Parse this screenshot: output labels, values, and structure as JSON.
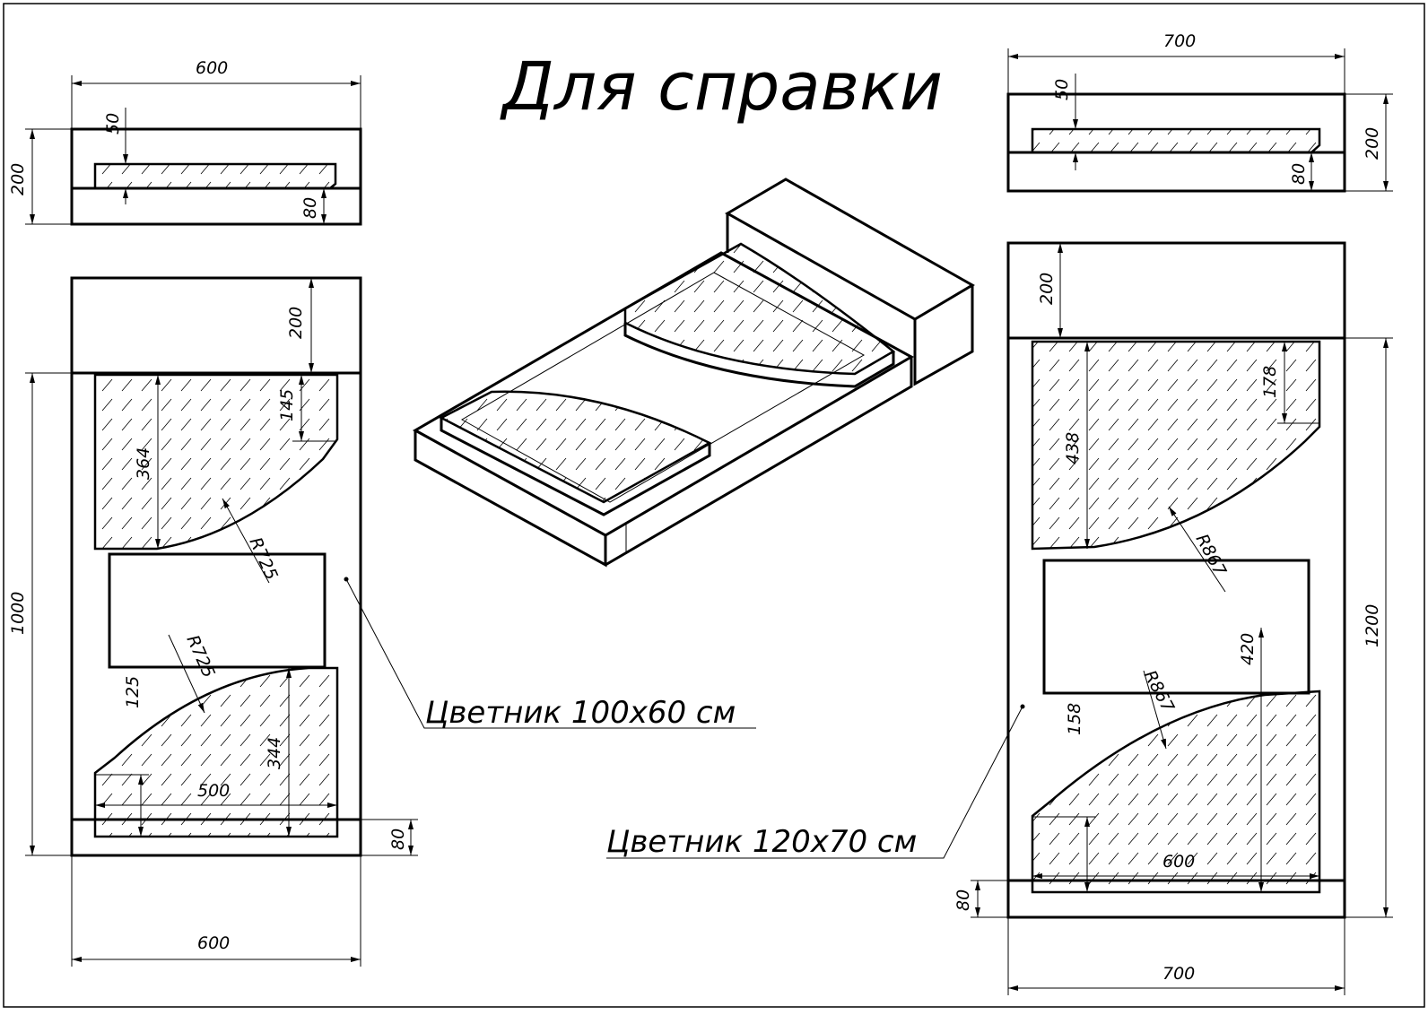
{
  "title": "Для справки",
  "small_set": {
    "caption": "Цветник 100х60 см",
    "top_view": {
      "width": "600",
      "height": "200",
      "slab": "50",
      "base": "80"
    },
    "plan": {
      "width_top": "600",
      "length": "1000",
      "headstone": "200",
      "upper_bed_depth": "364",
      "upper_corner": "145",
      "upper_radius": "R725",
      "lower_radius": "R725",
      "lower_side": "125",
      "lower_depth": "344",
      "lower_width": "500",
      "bottom_rim": "80",
      "width_bottom": "600"
    }
  },
  "large_set": {
    "caption": "Цветник 120х70 см",
    "top_view": {
      "width": "700",
      "height": "200",
      "slab": "50",
      "base": "80"
    },
    "plan": {
      "headstone": "200",
      "upper_bed_depth": "438",
      "upper_corner": "178",
      "upper_radius": "R867",
      "length": "1200",
      "lower_depth": "420",
      "lower_radius": "R867",
      "lower_side": "158",
      "lower_width": "600",
      "bottom_rim": "80",
      "width_bottom": "700"
    }
  }
}
